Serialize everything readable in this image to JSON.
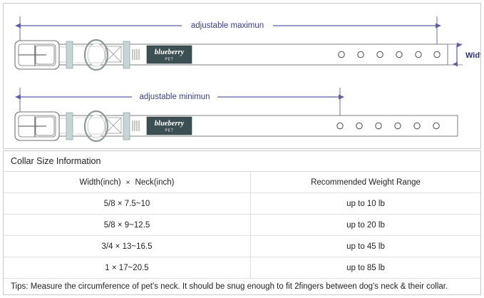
{
  "diagram": {
    "max_label": "adjustable maximun",
    "min_label": "adjustable minimun",
    "width_label": "Width",
    "brand_name": "blueberry",
    "brand_sub": "PET",
    "colors": {
      "dimension_line": "#5b5ea6",
      "strap_outline": "#6f6f6f",
      "keeper_fill": "#c5d4d4",
      "patch_fill": "#3c4f52",
      "panel_border": "#c9c9c9"
    },
    "max_holes": 6,
    "min_holes": 6
  },
  "table": {
    "title": "Collar Size Information",
    "headers": [
      "Width(inch)",
      "×",
      "Neck(inch)",
      "Recommended Weight Range"
    ],
    "header_left_a": "Width(inch)",
    "header_left_sep": "×",
    "header_left_b": "Neck(inch)",
    "header_right": "Recommended Weight Range",
    "rows": [
      {
        "size": "5/8 × 7.5~10",
        "weight": "up to 10 lb"
      },
      {
        "size": "5/8 × 9~12.5",
        "weight": "up to 20 lb"
      },
      {
        "size": "3/4 × 13~16.5",
        "weight": "up to 45 lb"
      },
      {
        "size": "1 × 17~20.5",
        "weight": "up to 85 lb"
      }
    ],
    "tips": "Tips: Measure the circumference of pet's neck. It should be snug enough to fit 2fingers between dog's neck & their collar."
  }
}
